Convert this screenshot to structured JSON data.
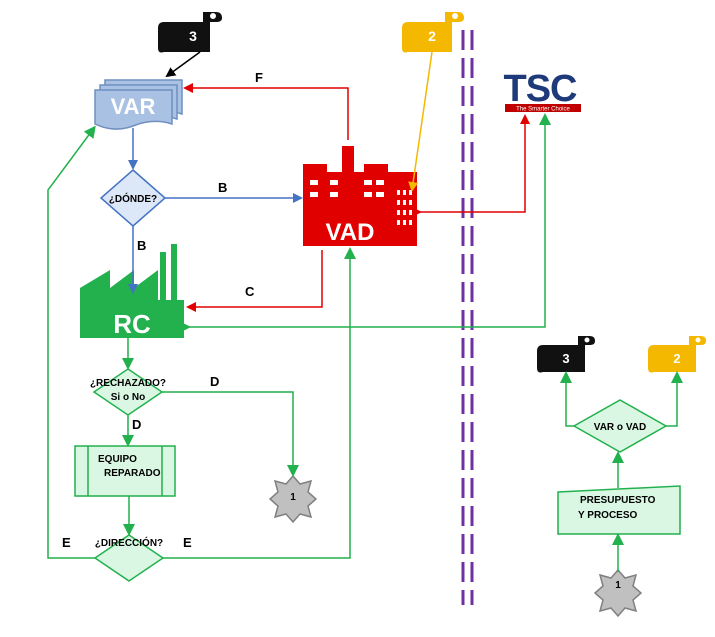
{
  "nodes": {
    "var": "VAR",
    "vad": "VAD",
    "rc": "RC",
    "donde": "¿DÓNDE?",
    "rechazado_q": "¿RECHAZADO?",
    "rechazado_opts": "Si o No",
    "equipo_l1": "EQUIPO",
    "equipo_l2": "REPARADO",
    "direccion": "¿DIRECCIÓN?",
    "var_o_vad": "VAR o VAD",
    "presupuesto_l1": "PRESUPUESTO",
    "presupuesto_l2": "Y PROCESO"
  },
  "connectors": {
    "scroll_3": "3",
    "scroll_2": "2",
    "star_1": "1"
  },
  "edge_labels": {
    "f": "F",
    "b1": "B",
    "b2": "B",
    "c": "C",
    "d1": "D",
    "d2": "D",
    "e1": "E",
    "e2": "E"
  },
  "logo": {
    "name": "TSC",
    "tagline": "The Smarter Choice"
  },
  "colors": {
    "green": "#22b14c",
    "red": "#e00000",
    "blue": "#4472c4",
    "yellow": "#f5b800",
    "purple": "#7030a0",
    "navy": "#1f3a7a",
    "var_fill": "#a9c1e2",
    "diamond_blue": "#dce8f7",
    "green_light": "#d9f7e3"
  }
}
